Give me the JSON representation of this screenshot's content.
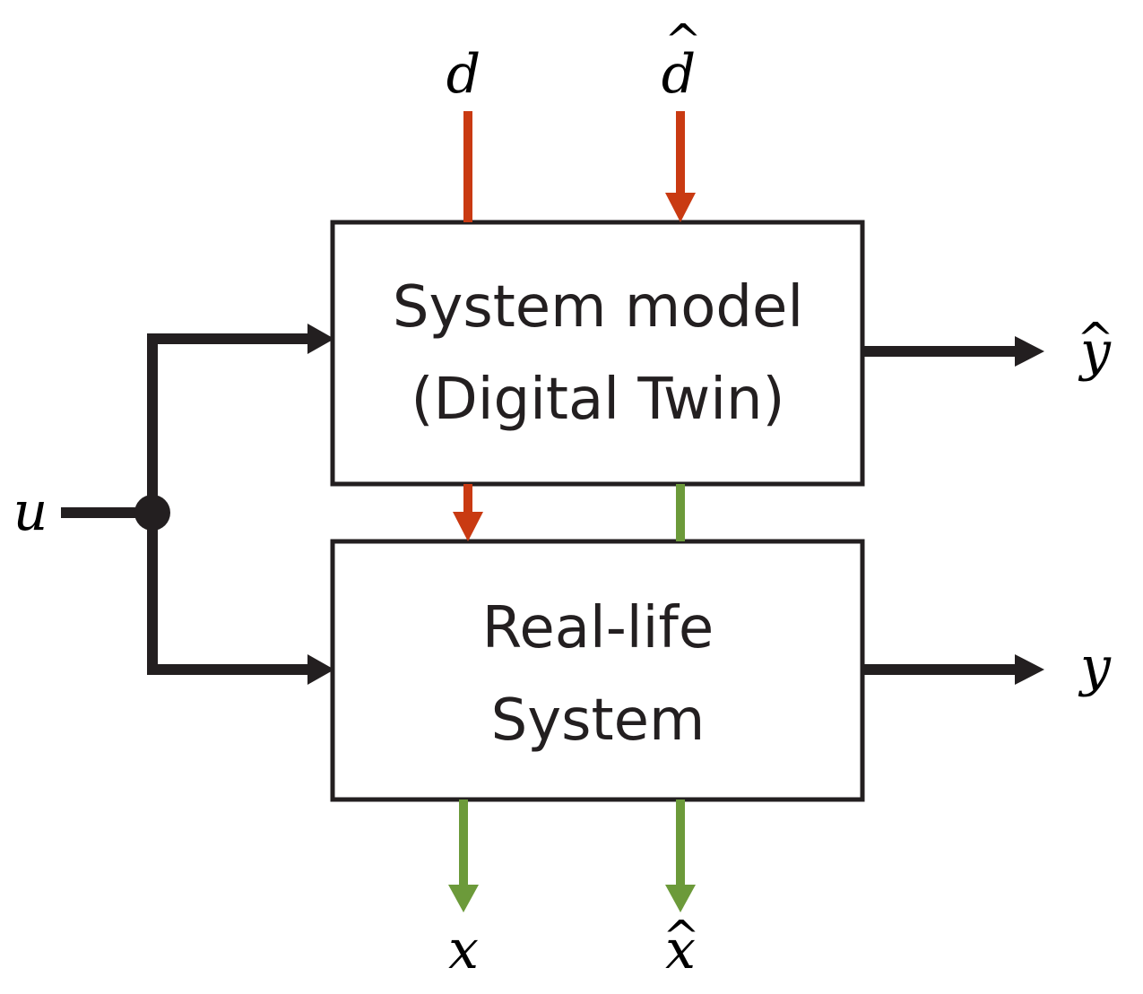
{
  "diagram": {
    "blocks": {
      "model": {
        "line1": "System model",
        "line2": "(Digital Twin)"
      },
      "real": {
        "line1": "Real-life",
        "line2": "System"
      }
    },
    "variables": {
      "u": "u",
      "d": "d",
      "d_hat": "d",
      "y_hat": "y",
      "y": "y",
      "x": "x",
      "x_hat": "x",
      "hat_mark": "^"
    },
    "colors": {
      "frame": "#231f20",
      "disturbance": "#c93a12",
      "state": "#6c9a3a"
    }
  }
}
